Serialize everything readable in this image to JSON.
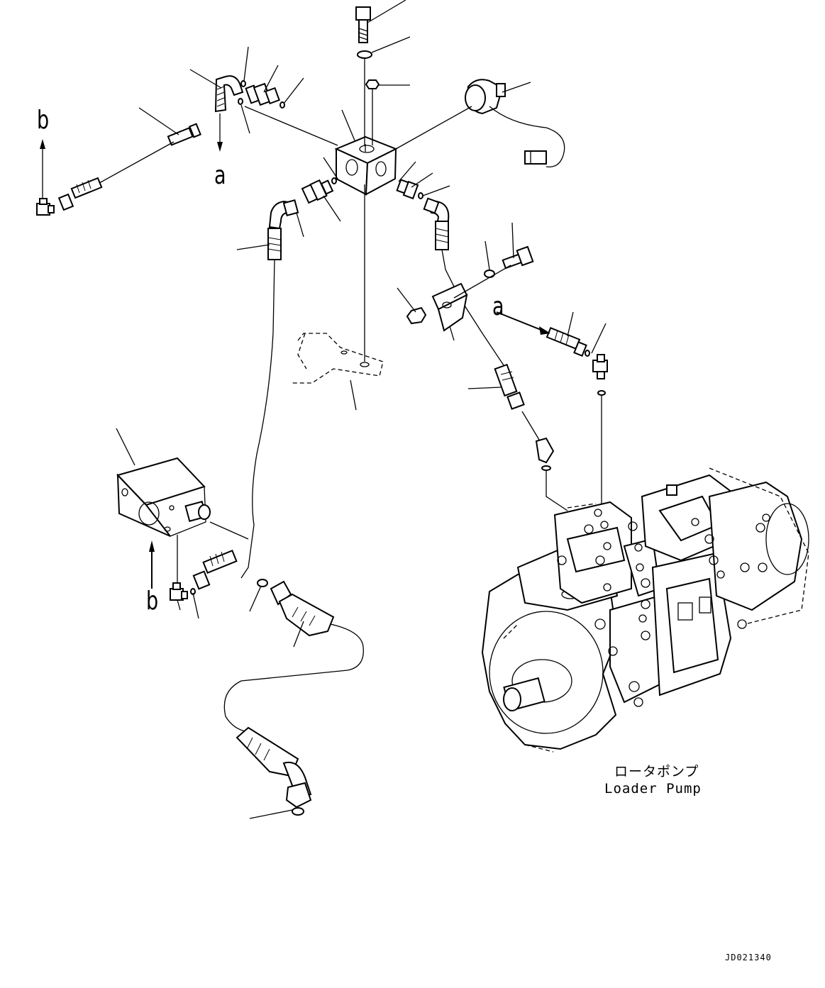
{
  "markers": {
    "a_top": "a",
    "a_right": "a",
    "b_top": "b",
    "b_bottom": "b"
  },
  "caption": {
    "japanese": "ロータポンプ",
    "english": "Loader Pump"
  },
  "drawing_code": "JD021340"
}
